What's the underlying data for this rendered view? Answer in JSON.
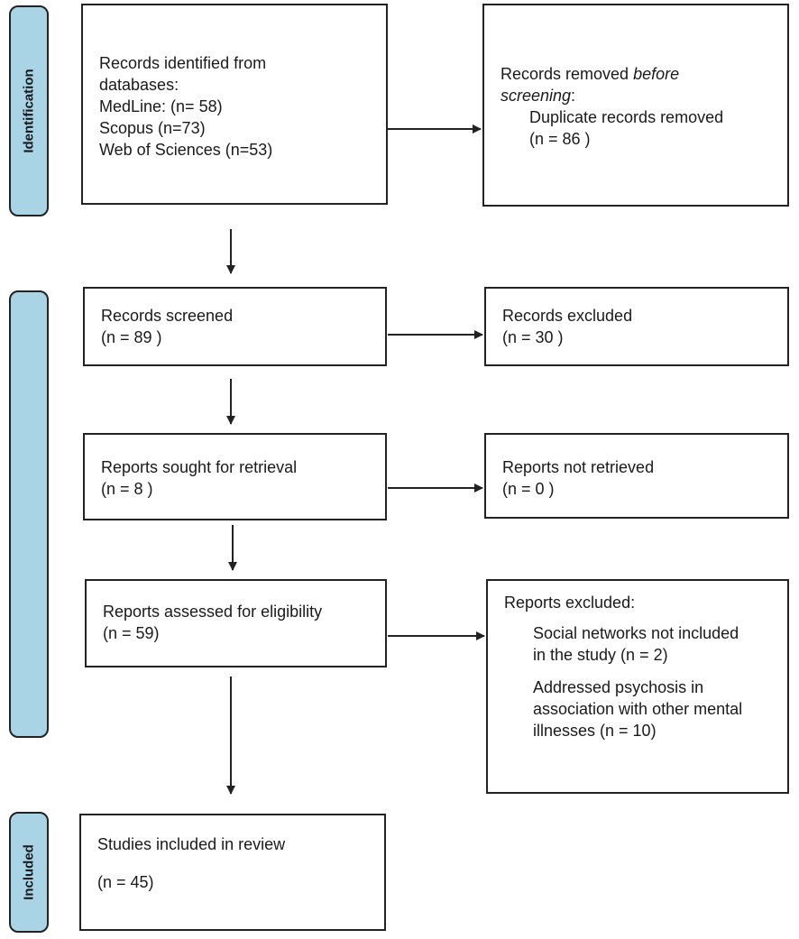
{
  "phases": {
    "identification": "Identification",
    "screening": "",
    "included": "Included"
  },
  "identification": {
    "records_identified": {
      "line1": "Records identified from",
      "line2": "databases:",
      "line3": "MedLine: (n= 58)",
      "line4": "Scopus (n=73)",
      "line5": "Web of Sciences (n=53)"
    },
    "records_removed": {
      "line1_prefix": "Records removed ",
      "line1_italic": "before",
      "line2_italic": "screening",
      "line2_suffix": ":",
      "line3": "Duplicate records removed",
      "line4": "(n = 86 )"
    }
  },
  "screening": {
    "records_screened": {
      "line1": "Records screened",
      "line2": "(n = 89 )"
    },
    "records_excluded": {
      "line1": "Records excluded",
      "line2": "(n = 30 )"
    },
    "reports_sought": {
      "line1": "Reports sought for retrieval",
      "line2": "(n = 8 )"
    },
    "reports_not_retrieved": {
      "line1": "Reports not retrieved",
      "line2": "(n = 0 )"
    },
    "reports_assessed": {
      "line1": "Reports assessed for eligibility",
      "line2": "(n = 59)"
    },
    "reports_excluded": {
      "title": "Reports excluded:",
      "reason1_line1": "Social networks not included",
      "reason1_line2": "in the study (n = 2)",
      "reason2_line1": "Addressed psychosis in",
      "reason2_line2": "association with other mental",
      "reason2_line3": "illnesses (n = 10)"
    }
  },
  "included": {
    "studies_included": {
      "line1": "Studies included in review",
      "line2": "(n = 45)"
    }
  },
  "colors": {
    "phase_fill": "#a8d4e6",
    "border": "#222222"
  }
}
